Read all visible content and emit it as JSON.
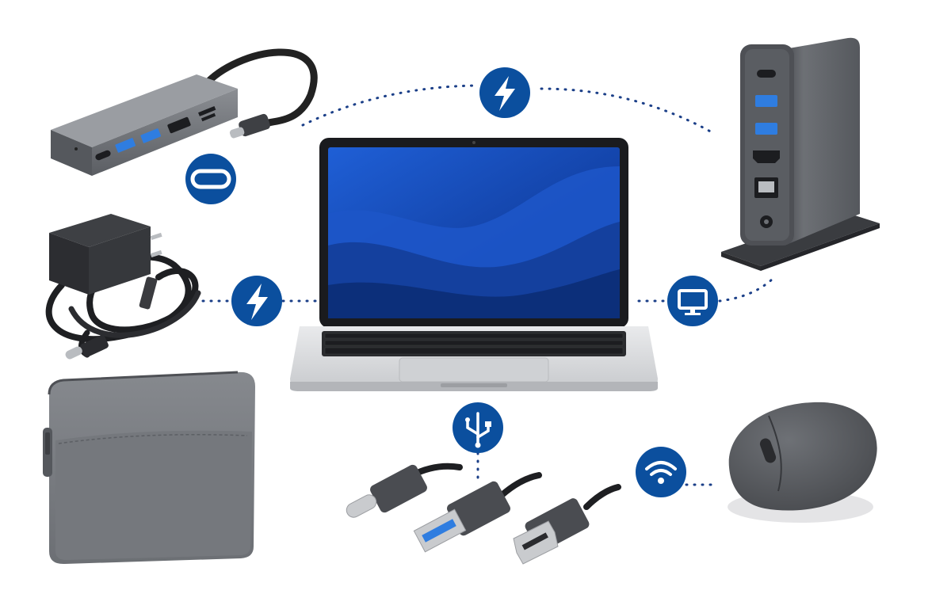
{
  "scene": {
    "subject": "laptop-accessories",
    "center_item": "laptop",
    "accessories": [
      {
        "name": "usb-c-hub",
        "badge_icon": "usb-c-port-icon"
      },
      {
        "name": "docking-station",
        "badge_icon": "lightning-bolt-icon"
      },
      {
        "name": "wall-charger",
        "badge_icon": "lightning-bolt-icon"
      },
      {
        "name": "docking-station-display",
        "badge_icon": "monitor-icon"
      },
      {
        "name": "laptop-sleeve"
      },
      {
        "name": "cables",
        "badge_icon": "usb-symbol-icon",
        "connectors": [
          "usb-c",
          "usb-a",
          "hdmi"
        ]
      },
      {
        "name": "wireless-mouse",
        "badge_icon": "wifi-icon"
      }
    ]
  },
  "colors": {
    "accent_blue": "#0b4f9e",
    "device_gray": "#6b6e73",
    "device_dark": "#3a3c40",
    "screen_blue": "#1746b8",
    "usb3_blue": "#2f7de0",
    "laptop_silver": "#d9dadc"
  }
}
